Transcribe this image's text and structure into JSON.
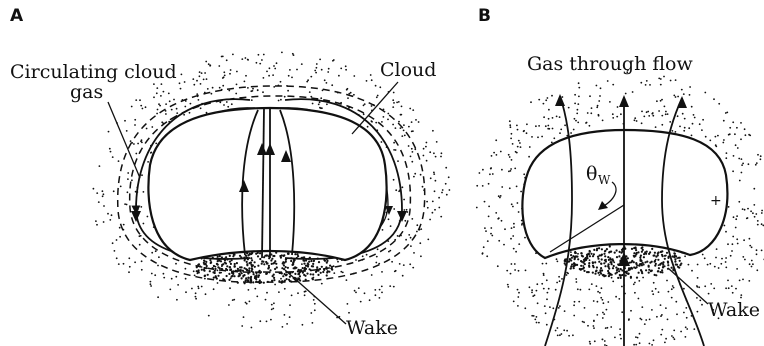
{
  "panel_a": {
    "letter": "A",
    "label_circulating_line1": "Circulating cloud",
    "label_circulating_line2": "gas",
    "label_cloud": "Cloud",
    "label_wake": "Wake"
  },
  "panel_b": {
    "letter": "B",
    "label_gas_through_flow": "Gas through flow",
    "label_theta": "θ",
    "label_theta_sub": "W",
    "label_wake": "Wake"
  },
  "colors": {
    "ink": "#111111",
    "background": "#ffffff"
  }
}
